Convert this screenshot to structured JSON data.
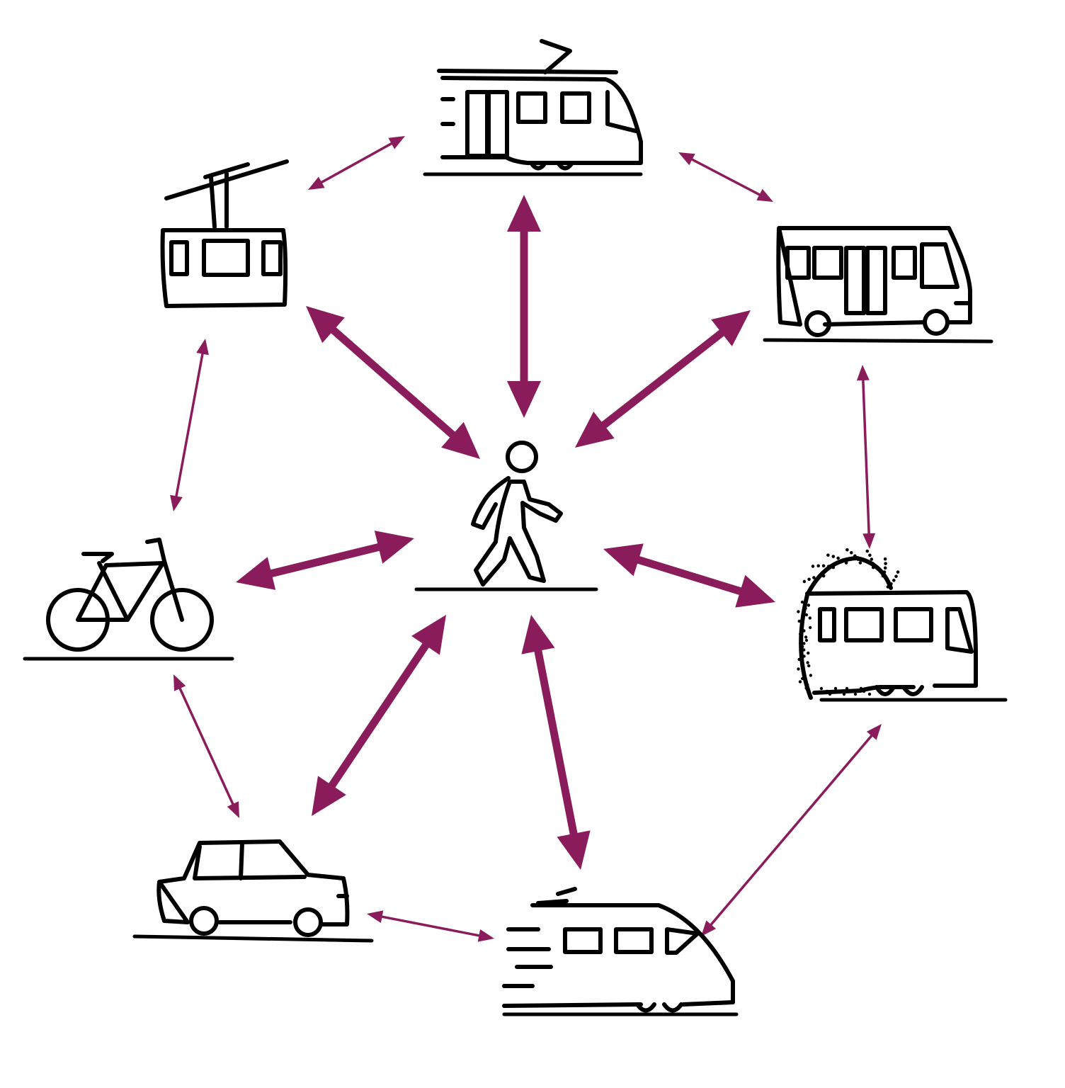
{
  "colors": {
    "arrow": "#8B1C5C",
    "ink": "#000000",
    "background": "#FFFFFF"
  },
  "nodes": [
    {
      "id": "tram",
      "icon": "tram-icon"
    },
    {
      "id": "cable-car",
      "icon": "cable-car-icon"
    },
    {
      "id": "bus",
      "icon": "bus-icon"
    },
    {
      "id": "pedestrian",
      "icon": "walking-person-icon"
    },
    {
      "id": "bicycle",
      "icon": "bicycle-icon"
    },
    {
      "id": "tunnel-train",
      "icon": "tunnel-train-icon"
    },
    {
      "id": "car",
      "icon": "car-icon"
    },
    {
      "id": "high-speed-train",
      "icon": "high-speed-train-icon"
    }
  ],
  "edges": [
    {
      "from": "pedestrian",
      "to": "tram",
      "weight": "thick"
    },
    {
      "from": "pedestrian",
      "to": "cable-car",
      "weight": "thick"
    },
    {
      "from": "pedestrian",
      "to": "bus",
      "weight": "thick"
    },
    {
      "from": "pedestrian",
      "to": "bicycle",
      "weight": "thick"
    },
    {
      "from": "pedestrian",
      "to": "tunnel-train",
      "weight": "thick"
    },
    {
      "from": "pedestrian",
      "to": "car",
      "weight": "thick"
    },
    {
      "from": "pedestrian",
      "to": "high-speed-train",
      "weight": "thick"
    },
    {
      "from": "cable-car",
      "to": "tram",
      "weight": "thin"
    },
    {
      "from": "tram",
      "to": "bus",
      "weight": "thin"
    },
    {
      "from": "bus",
      "to": "tunnel-train",
      "weight": "thin"
    },
    {
      "from": "tunnel-train",
      "to": "high-speed-train",
      "weight": "thin"
    },
    {
      "from": "high-speed-train",
      "to": "car",
      "weight": "thin"
    },
    {
      "from": "car",
      "to": "bicycle",
      "weight": "thin"
    },
    {
      "from": "bicycle",
      "to": "cable-car",
      "weight": "thin"
    }
  ]
}
